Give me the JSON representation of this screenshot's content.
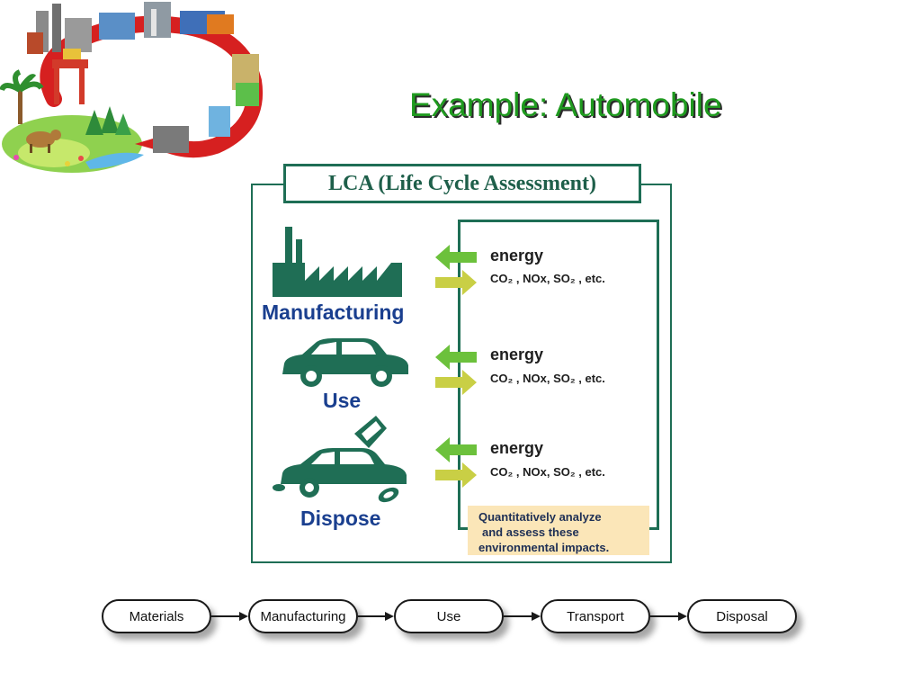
{
  "slide": {
    "title": "Example: Automobile"
  },
  "lca": {
    "title": "LCA (Life Cycle Assessment)",
    "stages": [
      {
        "label": "Manufacturing",
        "icon": "factory-icon",
        "energy": "energy",
        "emissions": "CO₂ , NOx, SO₂ , etc."
      },
      {
        "label": "Use",
        "icon": "car-icon",
        "energy": "energy",
        "emissions": "CO₂ , NOx, SO₂ , etc."
      },
      {
        "label": "Dispose",
        "icon": "broken-car-icon",
        "energy": "energy",
        "emissions": "CO₂ , NOx, SO₂ , etc."
      }
    ],
    "note_lines": [
      "Quantitatively analyze",
      "and assess these",
      "environmental impacts."
    ]
  },
  "flow": {
    "steps": [
      "Materials",
      "Manufacturing",
      "Use",
      "Transport",
      "Disposal"
    ]
  },
  "colors": {
    "title_green": "#1f9a1f",
    "panel_green": "#1e6e55",
    "stage_blue": "#1a3f8f",
    "arrow_in": "#6cc13c",
    "arrow_out": "#c9cf45",
    "note_bg": "#fbe6b8"
  }
}
